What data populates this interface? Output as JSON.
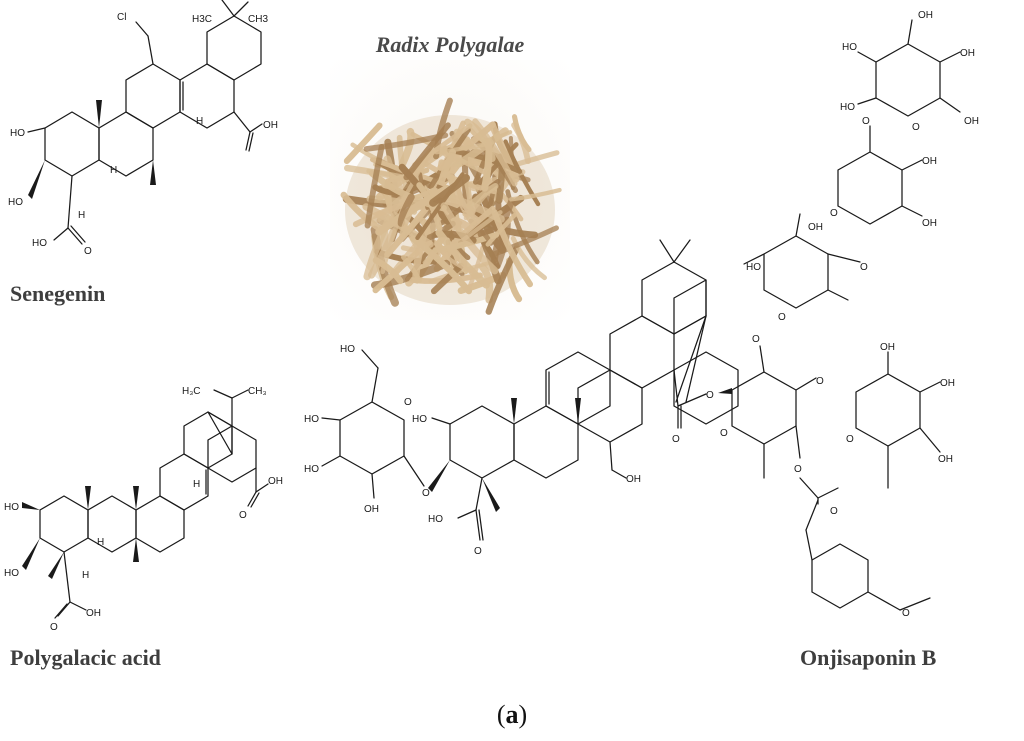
{
  "compounds": {
    "senegenin": {
      "name": "Senegenin"
    },
    "polygalacic_acid": {
      "name": "Polygalacic acid"
    },
    "onjisaponin_b": {
      "name": "Onjisaponin B"
    }
  },
  "photo": {
    "title": "Radix Polygalae"
  },
  "figure": {
    "caption_open": "(",
    "caption_letter": "a",
    "caption_close": ")"
  },
  "atom_labels": {
    "cl": "Cl",
    "oh": "OH",
    "ho": "HO",
    "h": "H",
    "o": "O",
    "ho_acid": "HO",
    "h3c": "H₃C",
    "ch3": "CH₃",
    "h3c_plain": "H3C",
    "ch3_plain": "CH3"
  },
  "colors": {
    "label": "#3e3e3e",
    "bond": "#1a1a1a",
    "root_light": "#d8bc93",
    "root_dark": "#a57f53"
  }
}
